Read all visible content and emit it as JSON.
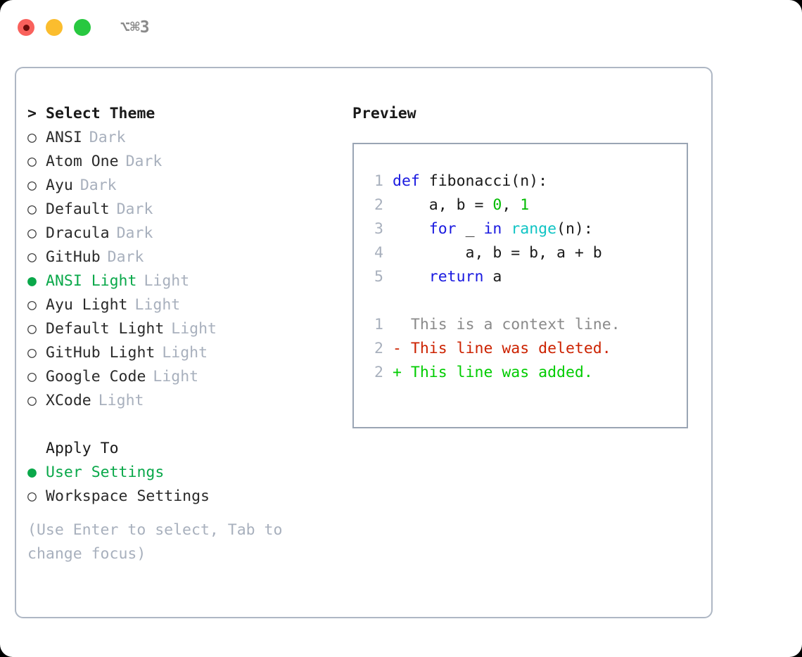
{
  "window": {
    "traffic_lights": [
      "close",
      "minimize",
      "maximize"
    ],
    "shortcut": "⌥⌘3"
  },
  "colors": {
    "accent_green": "#0aa84a",
    "muted": "#a8b0bd",
    "keyword_blue": "#1a1ae0",
    "builtin_cyan": "#10c4c4",
    "number_green": "#00bb00",
    "diff_deleted": "#cc2200",
    "diff_added": "#00cc00",
    "border": "#aeb7c4",
    "preview_border": "#9aa5b4"
  },
  "theme_list": {
    "header_marker": ">",
    "header_label": "Select Theme",
    "items": [
      {
        "marker": "○",
        "name": "ANSI",
        "kind": "Dark",
        "selected": false
      },
      {
        "marker": "○",
        "name": "Atom One",
        "kind": "Dark",
        "selected": false
      },
      {
        "marker": "○",
        "name": "Ayu",
        "kind": "Dark",
        "selected": false
      },
      {
        "marker": "○",
        "name": "Default",
        "kind": "Dark",
        "selected": false
      },
      {
        "marker": "○",
        "name": "Dracula",
        "kind": "Dark",
        "selected": false
      },
      {
        "marker": "○",
        "name": "GitHub",
        "kind": "Dark",
        "selected": false
      },
      {
        "marker": "●",
        "name": "ANSI Light",
        "kind": "Light",
        "selected": true
      },
      {
        "marker": "○",
        "name": "Ayu Light",
        "kind": "Light",
        "selected": false
      },
      {
        "marker": "○",
        "name": "Default Light",
        "kind": "Light",
        "selected": false
      },
      {
        "marker": "○",
        "name": "GitHub Light",
        "kind": "Light",
        "selected": false
      },
      {
        "marker": "○",
        "name": "Google Code",
        "kind": "Light",
        "selected": false
      },
      {
        "marker": "○",
        "name": "XCode",
        "kind": "Light",
        "selected": false
      }
    ]
  },
  "apply_to": {
    "header_label": "Apply To",
    "items": [
      {
        "marker": "●",
        "name": "User Settings",
        "selected": true
      },
      {
        "marker": "○",
        "name": "Workspace Settings",
        "selected": false
      }
    ]
  },
  "hint": "(Use Enter to select, Tab to change focus)",
  "preview": {
    "title": "Preview",
    "code_lines": [
      {
        "lineno": "1",
        "tokens": [
          {
            "text": "def ",
            "type": "kw"
          },
          {
            "text": "fibonacci(n):",
            "type": "fn"
          }
        ]
      },
      {
        "lineno": "2",
        "tokens": [
          {
            "text": "    a, b = ",
            "type": "txt"
          },
          {
            "text": "0",
            "type": "num"
          },
          {
            "text": ", ",
            "type": "txt"
          },
          {
            "text": "1",
            "type": "num"
          }
        ]
      },
      {
        "lineno": "3",
        "tokens": [
          {
            "text": "    ",
            "type": "txt"
          },
          {
            "text": "for",
            "type": "kw"
          },
          {
            "text": " _ ",
            "type": "txt"
          },
          {
            "text": "in",
            "type": "kw"
          },
          {
            "text": " ",
            "type": "txt"
          },
          {
            "text": "range",
            "type": "bi"
          },
          {
            "text": "(n):",
            "type": "txt"
          }
        ]
      },
      {
        "lineno": "4",
        "tokens": [
          {
            "text": "        a, b = b, a + b",
            "type": "txt"
          }
        ]
      },
      {
        "lineno": "5",
        "tokens": [
          {
            "text": "    ",
            "type": "txt"
          },
          {
            "text": "return",
            "type": "kw"
          },
          {
            "text": " a",
            "type": "txt"
          }
        ]
      }
    ],
    "diff_lines": [
      {
        "lineno": "1",
        "sign": " ",
        "text": "This is a context line.",
        "type": "ctx"
      },
      {
        "lineno": "2",
        "sign": "-",
        "text": "This line was deleted.",
        "type": "del"
      },
      {
        "lineno": "2",
        "sign": "+",
        "text": "This line was added.",
        "type": "add"
      }
    ]
  }
}
